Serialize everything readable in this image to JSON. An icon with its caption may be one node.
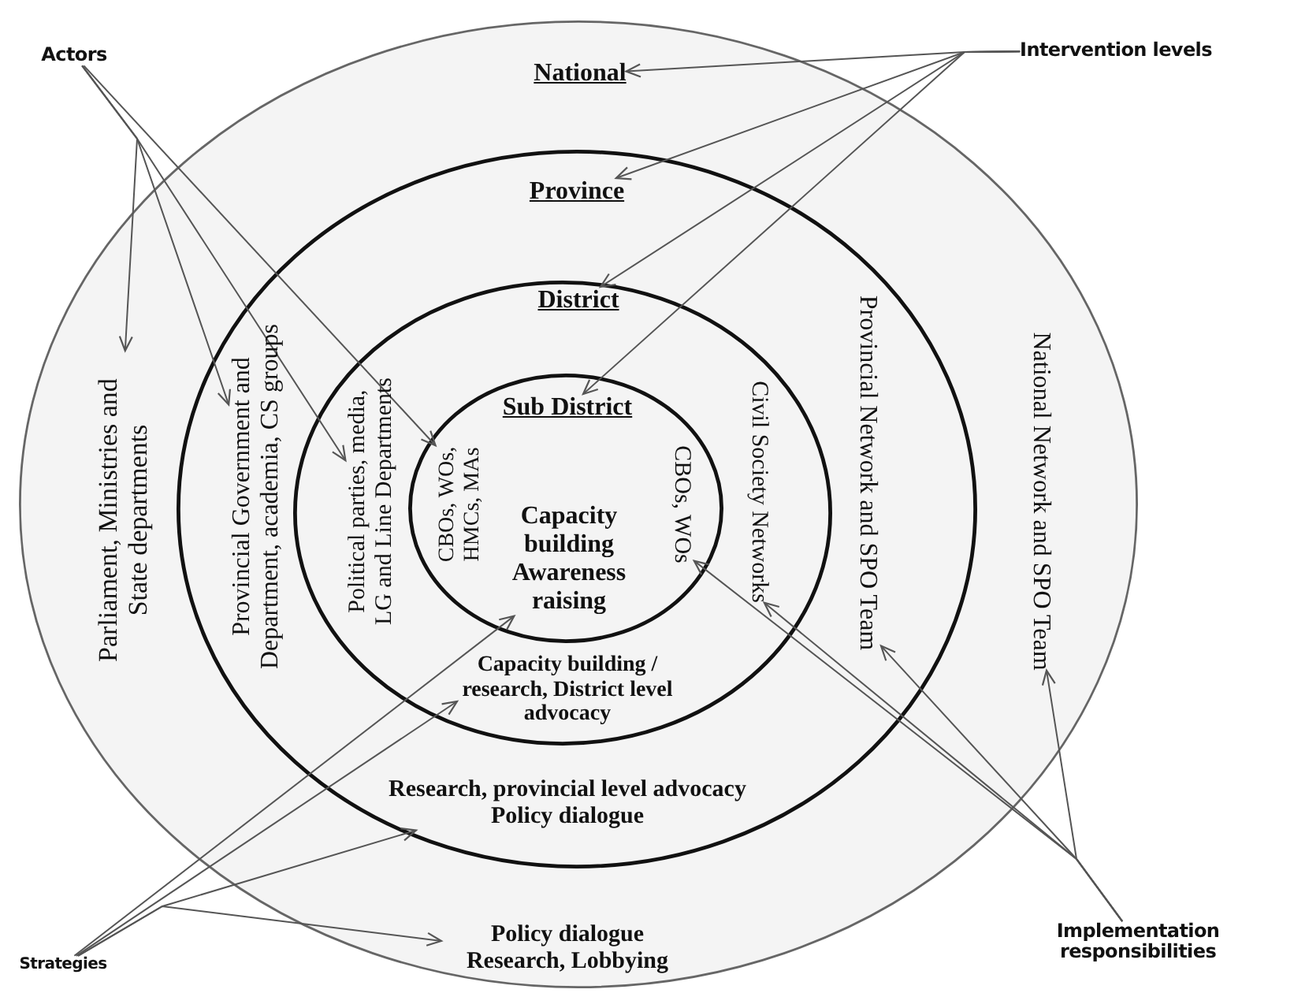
{
  "diagram": {
    "nodes": [
      {
        "text": [
          "Actors"
        ]
      },
      {
        "text": [
          "Intervention levels"
        ]
      },
      {
        "text": [
          "National"
        ]
      },
      {
        "text": [
          "Parliament, Ministries and State departments"
        ],
        "in": 2
      },
      {
        "text": [
          "Province"
        ],
        "in": 2
      },
      {
        "text": [
          "Provincial Government and Department, academia, CS groups"
        ],
        "in": 4
      },
      {
        "text": [
          "District"
        ],
        "in": 4
      },
      {
        "text": [
          "Political parties, media, LG and Line Departments"
        ],
        "in": 6
      },
      {
        "text": [
          "Sub District"
        ],
        "in": 6
      },
      {
        "text": [
          "CBOs, WOs, HMCs, MAs"
        ],
        "in": 8
      },
      {
        "text": [
          "Capacity building Awareness raising"
        ],
        "in": 8
      },
      {
        "text": [
          "CBOs, WOs"
        ],
        "in": 8
      },
      {
        "text": [
          "Civil Society Networks"
        ],
        "in": 6
      },
      {
        "text": [
          "Capacity building / research, District level advocacy"
        ],
        "in": 6
      },
      {
        "text": [
          "Provincial Network and SPO Team"
        ],
        "in": 4
      },
      {
        "text": [
          "Research, provincial level advocacy Policy dialogue"
        ],
        "in": 4
      },
      {
        "text": [
          "National Network and SPO Team"
        ],
        "in": 2
      },
      {
        "text": [
          "Policy dialogue Research, Lobbying"
        ],
        "in": 2
      },
      {
        "text": [
          "Strategies"
        ]
      },
      {
        "text": [
          "Implementation responsibilities"
        ]
      }
    ],
    "edges": [
      {
        "from": 0,
        "to": 3,
        "arrow": "to"
      },
      {
        "from": 0,
        "to": 5,
        "arrow": "to"
      },
      {
        "from": 0,
        "to": 7,
        "arrow": "to"
      },
      {
        "from": 0,
        "to": 9,
        "arrow": "to"
      },
      {
        "from": 1,
        "to": 2,
        "arrow": "to"
      },
      {
        "from": 1,
        "to": 4,
        "arrow": "to"
      },
      {
        "from": 1,
        "to": 6,
        "arrow": "to"
      },
      {
        "from": 1,
        "to": 8,
        "arrow": "to"
      },
      {
        "from": 18,
        "to": 10,
        "arrow": "to"
      },
      {
        "from": 18,
        "to": 13,
        "arrow": "to"
      },
      {
        "from": 18,
        "to": 15,
        "arrow": "to"
      },
      {
        "from": 18,
        "to": 17,
        "arrow": "to"
      },
      {
        "from": 19,
        "to": 11,
        "arrow": "to"
      },
      {
        "from": 19,
        "to": 12,
        "arrow": "to"
      },
      {
        "from": 19,
        "to": 14,
        "arrow": "to"
      },
      {
        "from": 19,
        "to": 16,
        "arrow": "to"
      }
    ]
  }
}
